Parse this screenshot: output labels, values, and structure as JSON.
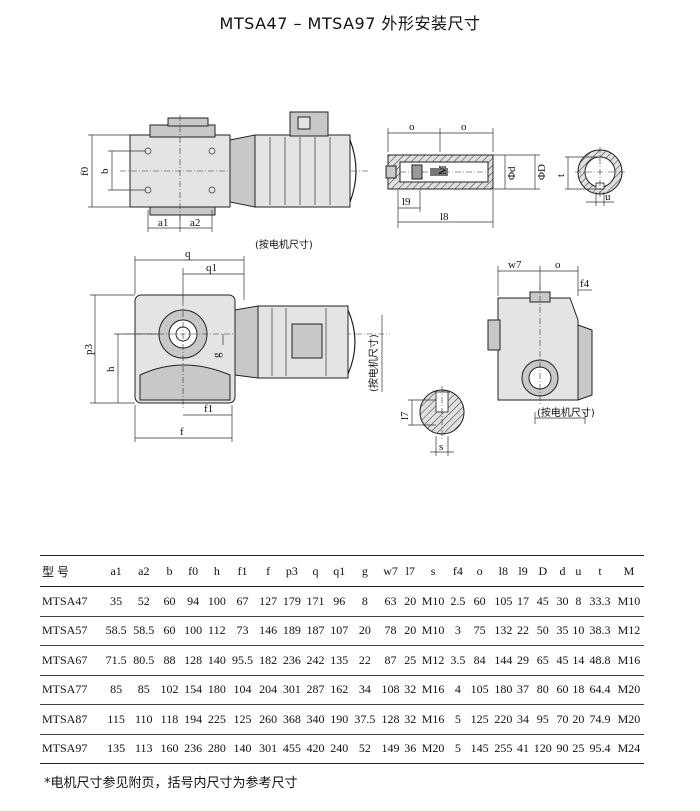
{
  "title": "MTSA47 – MTSA97 外形安装尺寸",
  "drawing_labels": {
    "f0": "f0",
    "b": "b",
    "a1": "a1",
    "a2": "a2",
    "o_left": "o",
    "o_right": "o",
    "l9": "l9",
    "l8": "l8",
    "M": "M",
    "phi_d": "Φd",
    "phi_D": "ΦD",
    "t": "t",
    "u": "u",
    "motor_note_top": "(按电机尺寸)",
    "q": "q",
    "q1": "q1",
    "p3": "p3",
    "h": "h",
    "g": "g",
    "f1": "f1",
    "f": "f",
    "motor_note_side": "(按电机尺寸)",
    "w7": "w7",
    "o_side": "o",
    "f4": "f4",
    "l7": "l7",
    "s": "s",
    "motor_note_right": "(按电机尺寸)"
  },
  "table": {
    "headers": [
      "型 号",
      "a1",
      "a2",
      "b",
      "f0",
      "h",
      "f1",
      "f",
      "p3",
      "q",
      "q1",
      "g",
      "w7",
      "l7",
      "s",
      "f4",
      "o",
      "l8",
      "l9",
      "D",
      "d",
      "u",
      "t",
      "M"
    ],
    "rows": [
      [
        "MTSA47",
        "35",
        "52",
        "60",
        "94",
        "100",
        "67",
        "127",
        "179",
        "171",
        "96",
        "8",
        "63",
        "20",
        "M10",
        "2.5",
        "60",
        "105",
        "17",
        "45",
        "30",
        "8",
        "33.3",
        "M10"
      ],
      [
        "MTSA57",
        "58.5",
        "58.5",
        "60",
        "100",
        "112",
        "73",
        "146",
        "189",
        "187",
        "107",
        "20",
        "78",
        "20",
        "M10",
        "3",
        "75",
        "132",
        "22",
        "50",
        "35",
        "10",
        "38.3",
        "M12"
      ],
      [
        "MTSA67",
        "71.5",
        "80.5",
        "88",
        "128",
        "140",
        "95.5",
        "182",
        "236",
        "242",
        "135",
        "22",
        "87",
        "25",
        "M12",
        "3.5",
        "84",
        "144",
        "29",
        "65",
        "45",
        "14",
        "48.8",
        "M16"
      ],
      [
        "MTSA77",
        "85",
        "85",
        "102",
        "154",
        "180",
        "104",
        "204",
        "301",
        "287",
        "162",
        "34",
        "108",
        "32",
        "M16",
        "4",
        "105",
        "180",
        "37",
        "80",
        "60",
        "18",
        "64.4",
        "M20"
      ],
      [
        "MTSA87",
        "115",
        "110",
        "118",
        "194",
        "225",
        "125",
        "260",
        "368",
        "340",
        "190",
        "37.5",
        "128",
        "32",
        "M16",
        "5",
        "125",
        "220",
        "34",
        "95",
        "70",
        "20",
        "74.9",
        "M20"
      ],
      [
        "MTSA97",
        "135",
        "113",
        "160",
        "236",
        "280",
        "140",
        "301",
        "455",
        "420",
        "240",
        "52",
        "149",
        "36",
        "M20",
        "5",
        "145",
        "255",
        "41",
        "120",
        "90",
        "25",
        "95.4",
        "M24"
      ]
    ]
  },
  "footnote": "*电机尺寸参见附页，括号内尺寸为参考尺寸"
}
